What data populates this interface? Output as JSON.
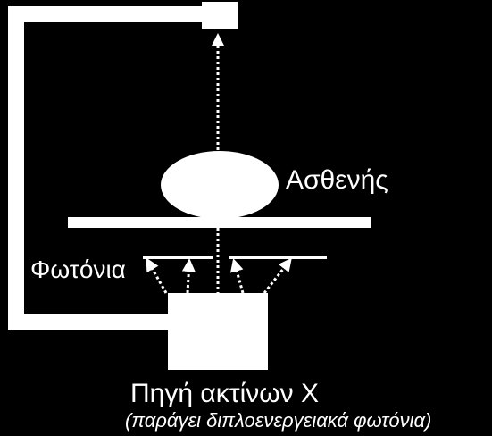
{
  "labels": {
    "patient": "Ασθενής",
    "photons": "Φωτόνια",
    "xray_source": "Πηγή ακτίνων Χ",
    "xray_source_note": "(παράγει διπλοενεργειακά φωτόνια)"
  },
  "colors": {
    "background": "#000000",
    "foreground": "#ffffff"
  }
}
